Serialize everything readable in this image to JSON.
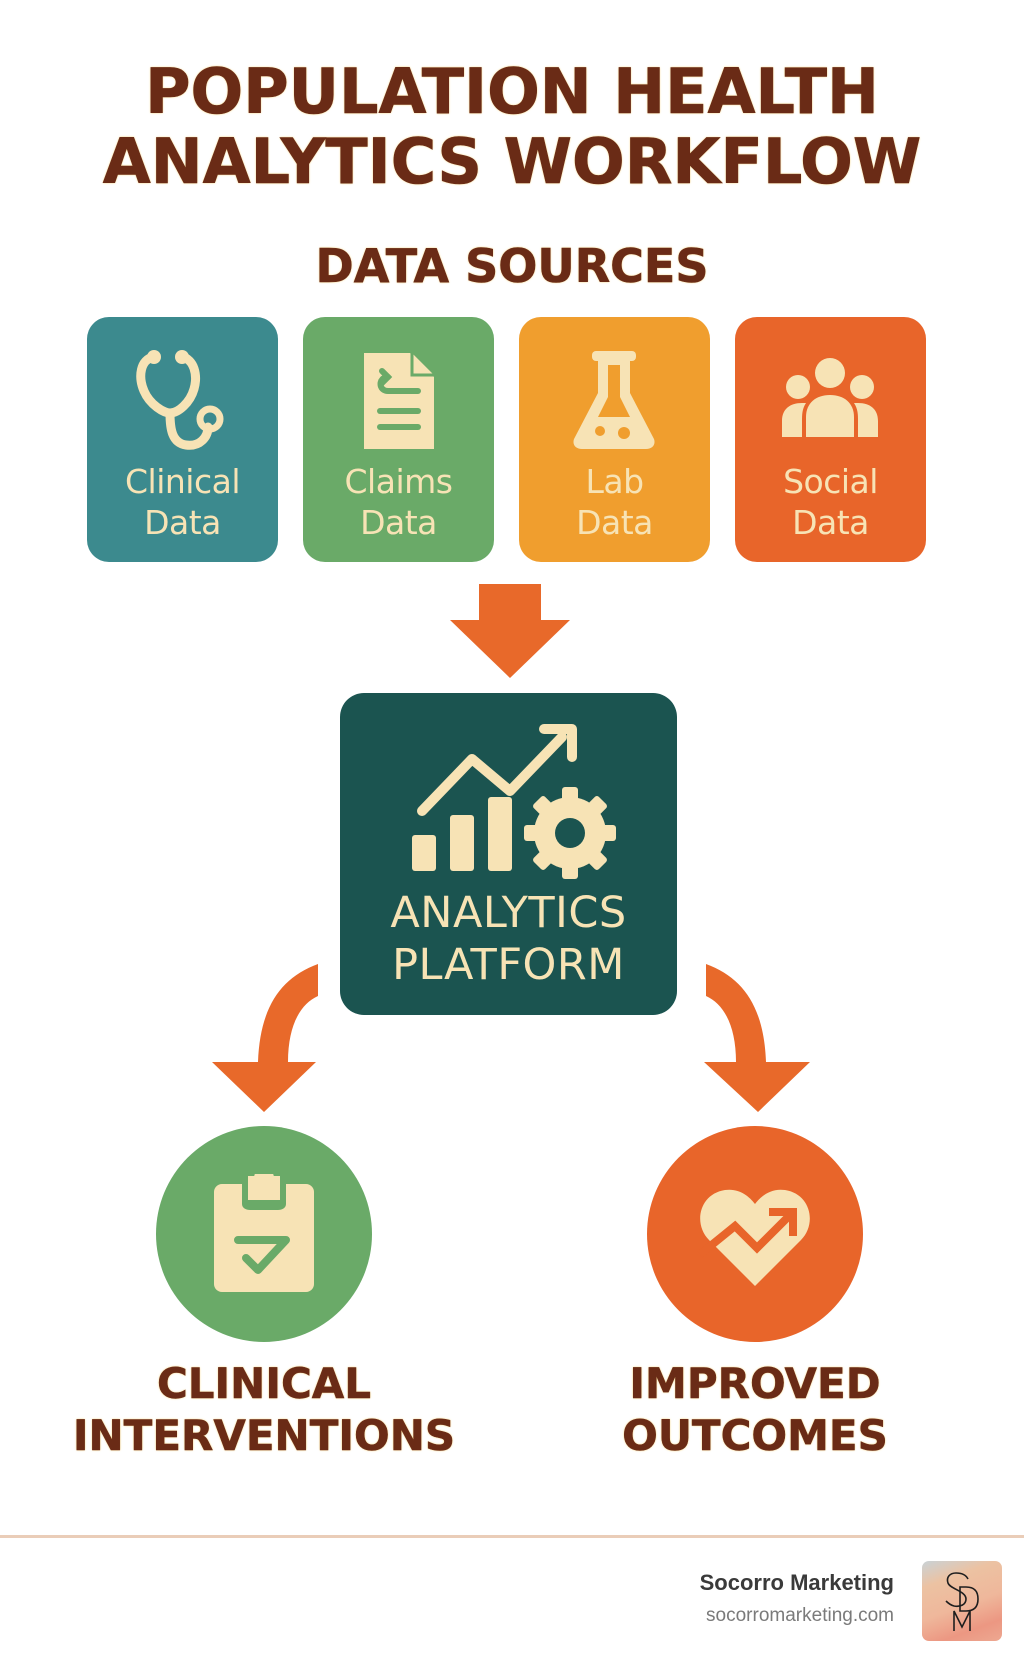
{
  "title": {
    "line1": "POPULATION HEALTH",
    "line2": "ANALYTICS WORKFLOW"
  },
  "section_label": "DATA SOURCES",
  "data_sources": [
    {
      "line1": "Clinical",
      "line2": "Data",
      "icon": "stethoscope-icon",
      "color": "#3c8a8e"
    },
    {
      "line1": "Claims",
      "line2": "Data",
      "icon": "document-icon",
      "color": "#6aaa68"
    },
    {
      "line1": "Lab",
      "line2": "Data",
      "icon": "flask-icon",
      "color": "#f09e2e"
    },
    {
      "line1": "Social",
      "line2": "Data",
      "icon": "people-group-icon",
      "color": "#e8652a"
    }
  ],
  "platform": {
    "line1": "ANALYTICS",
    "line2": "PLATFORM",
    "icon": "chart-gear-icon",
    "color": "#1b5450"
  },
  "outcomes": [
    {
      "line1": "CLINICAL",
      "line2": "INTERVENTIONS",
      "icon": "clipboard-check-icon",
      "color": "#6aaa68"
    },
    {
      "line1": "IMPROVED",
      "line2": "OUTCOMES",
      "icon": "heart-trend-icon",
      "color": "#e8652a"
    }
  ],
  "arrows": {
    "color": "#e8692a",
    "items": [
      "down-arrow",
      "curved-arrow-left",
      "curved-arrow-right"
    ]
  },
  "colors": {
    "heading": "#6a2b16",
    "icon_fill": "#f7e3b5",
    "divider": "#eacdb8"
  },
  "footer": {
    "brand": "Socorro Marketing",
    "url": "socorromarketing.com",
    "logo_text": "SDM"
  }
}
